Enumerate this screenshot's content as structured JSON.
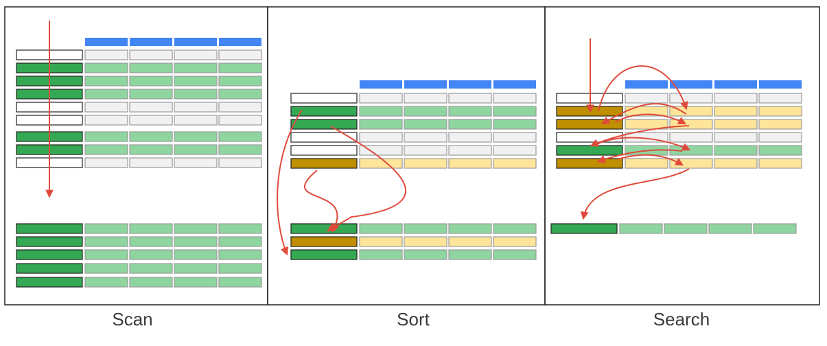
{
  "panels": [
    {
      "key": "scan",
      "label": "Scan",
      "index_rows": [
        "white",
        "green",
        "green",
        "green",
        "white",
        "white",
        "green",
        "green",
        "white"
      ],
      "result_rows": [
        "green",
        "green",
        "green",
        "green",
        "green"
      ]
    },
    {
      "key": "sort",
      "label": "Sort",
      "index_rows": [
        "white",
        "green",
        "green",
        "white",
        "white",
        "gold"
      ],
      "result_rows": [
        "green",
        "gold",
        "green"
      ]
    },
    {
      "key": "search",
      "label": "Search",
      "index_rows": [
        "white",
        "gold",
        "gold",
        "white",
        "green",
        "gold"
      ],
      "result_rows": [
        "green"
      ]
    }
  ],
  "colors": {
    "header": "#4285f4",
    "white_key": "#ffffff",
    "white_cell": "#f1f1f1",
    "green_key": "#34a853",
    "green_cell": "#8fd5a0",
    "gold_key": "#bf8f00",
    "gold_cell": "#ffe599",
    "arrow": "#e04a3c",
    "border": "#222222",
    "cell_border": "#9a9a9a"
  }
}
